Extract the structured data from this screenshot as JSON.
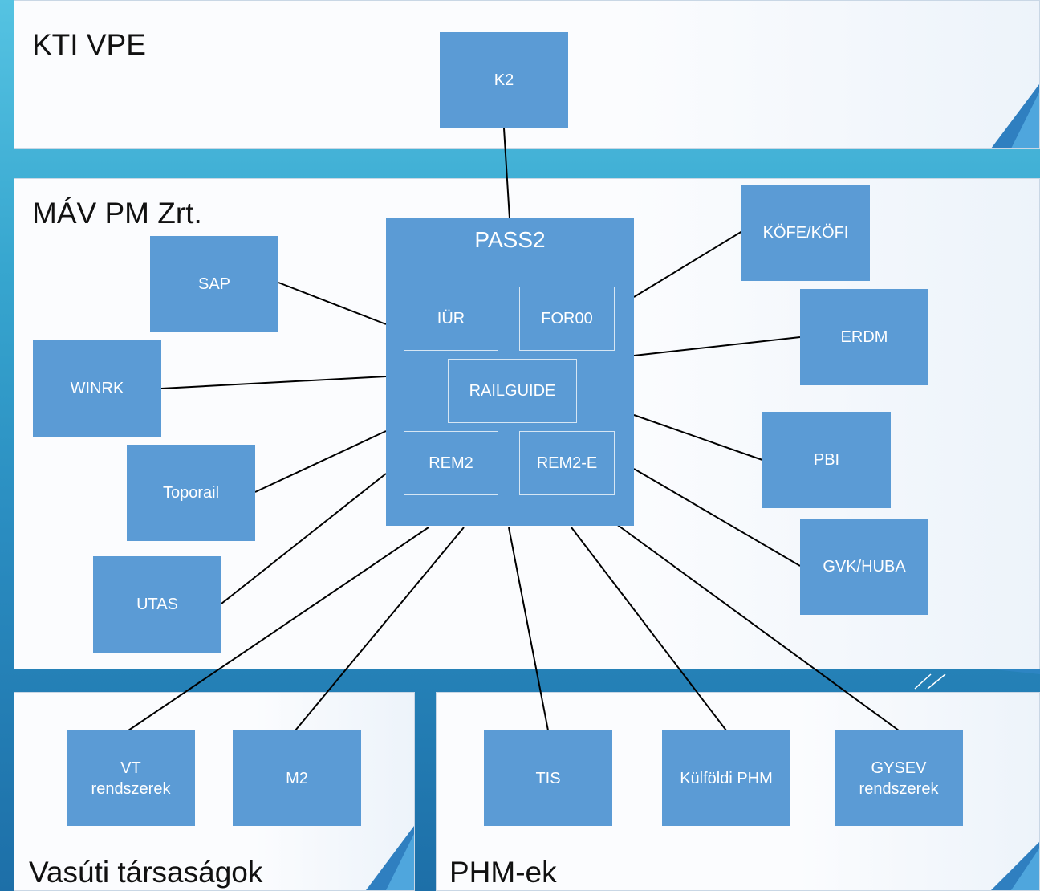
{
  "panels": {
    "kti": "KTI VPE",
    "mav": "MÁV PM Zrt.",
    "vasuti": "Vasúti társaságok",
    "phm": "PHM-ek"
  },
  "center": {
    "title": "PASS2",
    "modules": [
      "IÜR",
      "FOR00",
      "RAILGUIDE",
      "REM2",
      "REM2-E"
    ]
  },
  "systems": {
    "k2": "K2",
    "sap": "SAP",
    "winrk": "WINRK",
    "toporail": "Toporail",
    "utas": "UTAS",
    "kofe": "KÖFE/KÖFI",
    "erdm": "ERDM",
    "pbi": "PBI",
    "gvk": "GVK/HUBA",
    "vt": [
      "VT",
      "rendszerek"
    ],
    "m2": "M2",
    "tis": "TIS",
    "kulfoldi": "Külföldi PHM",
    "gysev": [
      "GYSEV",
      "rendszerek"
    ]
  },
  "colors": {
    "box": "#5b9bd5",
    "panel": "#fbfcfe",
    "background": "#37a6cf",
    "line": "#000000"
  }
}
